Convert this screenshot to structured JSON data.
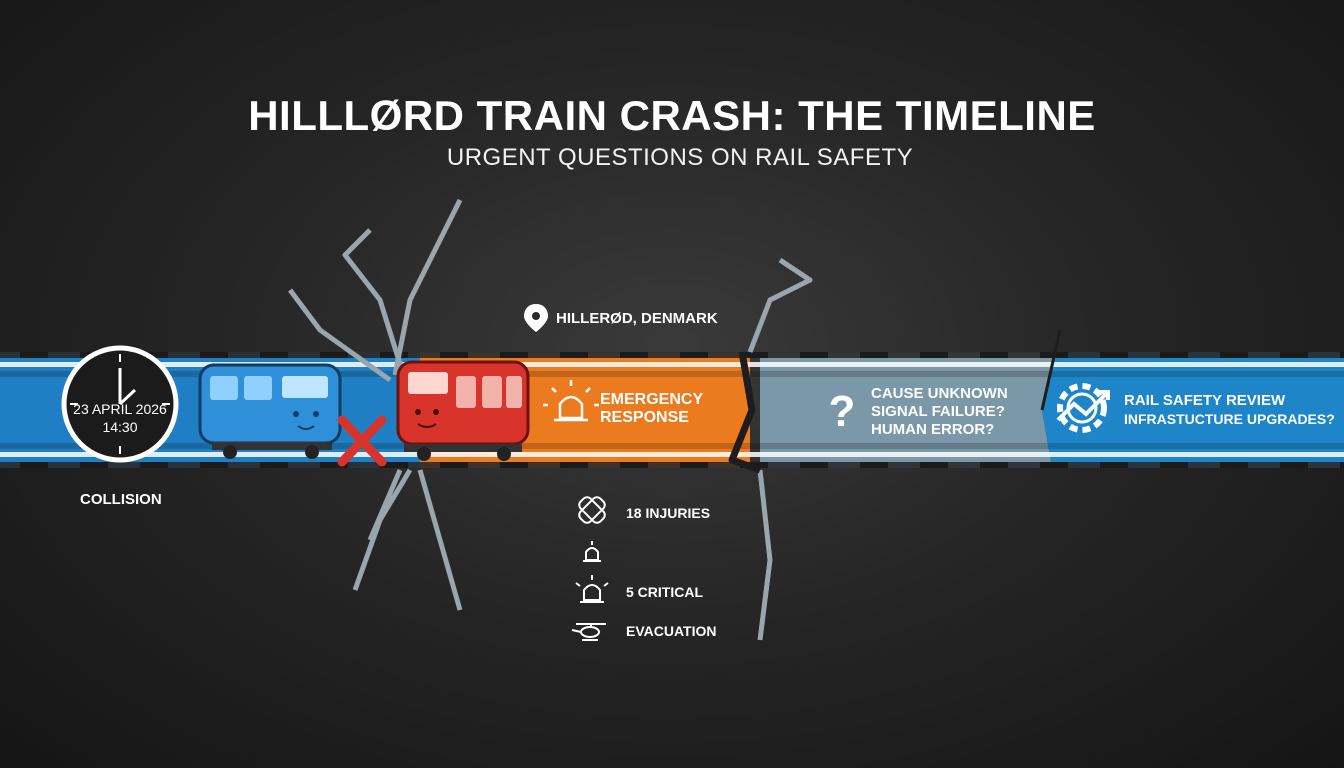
{
  "header": {
    "title": "HILLLØRD TRAIN CRASH: THE TIMELINE",
    "subtitle": "URGENT QUESTIONS ON RAIL SAFETY"
  },
  "location": {
    "label": "HILLERØD, DENMARK",
    "icon": "map-pin-icon"
  },
  "timeline": {
    "clock": {
      "date": "23 APRIL 2026",
      "time": "14:30",
      "icon": "clock-icon"
    },
    "collision_label": "COLLISION",
    "emergency": {
      "line1": "EMERGENCY",
      "line2": "RESPONSE",
      "icon": "siren-icon"
    },
    "cause": {
      "line1": "CAUSE UNKNOWN",
      "line2": "SIGNAL FAILURE?",
      "line3": "HUMAN ERROR?",
      "icon": "question-icon"
    },
    "review": {
      "line1": "RAIL SAFETY REVIEW",
      "line2": "INFRASTUCTURE UPGRADES?",
      "icon": "gear-chart-icon"
    }
  },
  "stats": [
    {
      "icon": "bandage-icon",
      "label": "18 INJURIES"
    },
    {
      "icon": "siren-small-icon",
      "label": ""
    },
    {
      "icon": "siren-icon",
      "label": "5 CRITICAL"
    },
    {
      "icon": "helicopter-icon",
      "label": "EVACUATION"
    }
  ],
  "colors": {
    "blue": "#1f7fc4",
    "orange": "#ec7a1f",
    "grey_blue": "#7a96a6",
    "right_blue": "#1e86c8",
    "red": "#d9342b"
  }
}
